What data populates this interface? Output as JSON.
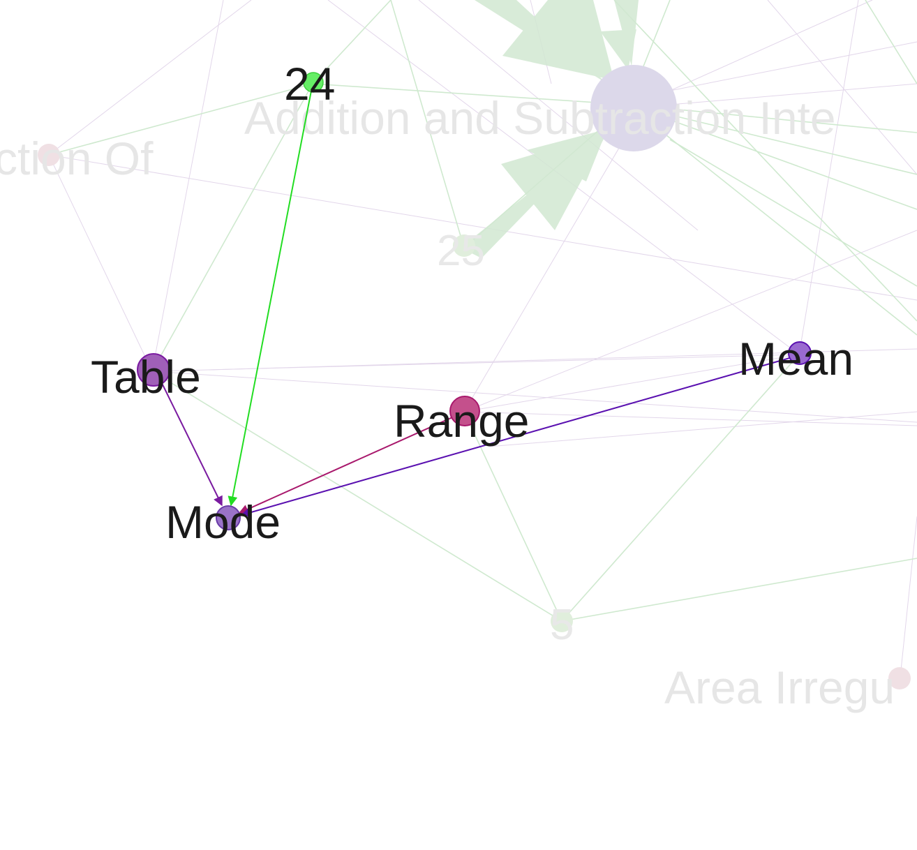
{
  "graph": {
    "focused_nodes": {
      "mode": {
        "label": "Mode",
        "color": "#9a73c8"
      },
      "table": {
        "label": "Table",
        "color": "#a060b8"
      },
      "range": {
        "label": "Range",
        "color": "#c4508c"
      },
      "mean": {
        "label": "Mean",
        "color": "#9a6ad0"
      },
      "n24": {
        "label": "24",
        "color": "#66ee66"
      }
    },
    "faded_nodes": {
      "hub": {
        "label": "Addition and Subtraction Inte",
        "color": "#dcd8ea"
      },
      "left": {
        "label": "ction Of",
        "color": "#f0e0e4"
      },
      "n25": {
        "label": "25",
        "color": "#e0eedc"
      },
      "n5": {
        "label": "5",
        "color": "#e0eedc"
      },
      "area": {
        "label": "Area Irregu",
        "color": "#f0e0e4"
      }
    },
    "edge_colors": {
      "green": "#22dd22",
      "purple": "#7a1aa0",
      "magenta": "#a8186c",
      "violet": "#5a10b0",
      "faint_green": "#cfe9cf",
      "faint_purple": "#e2d6ea"
    }
  }
}
